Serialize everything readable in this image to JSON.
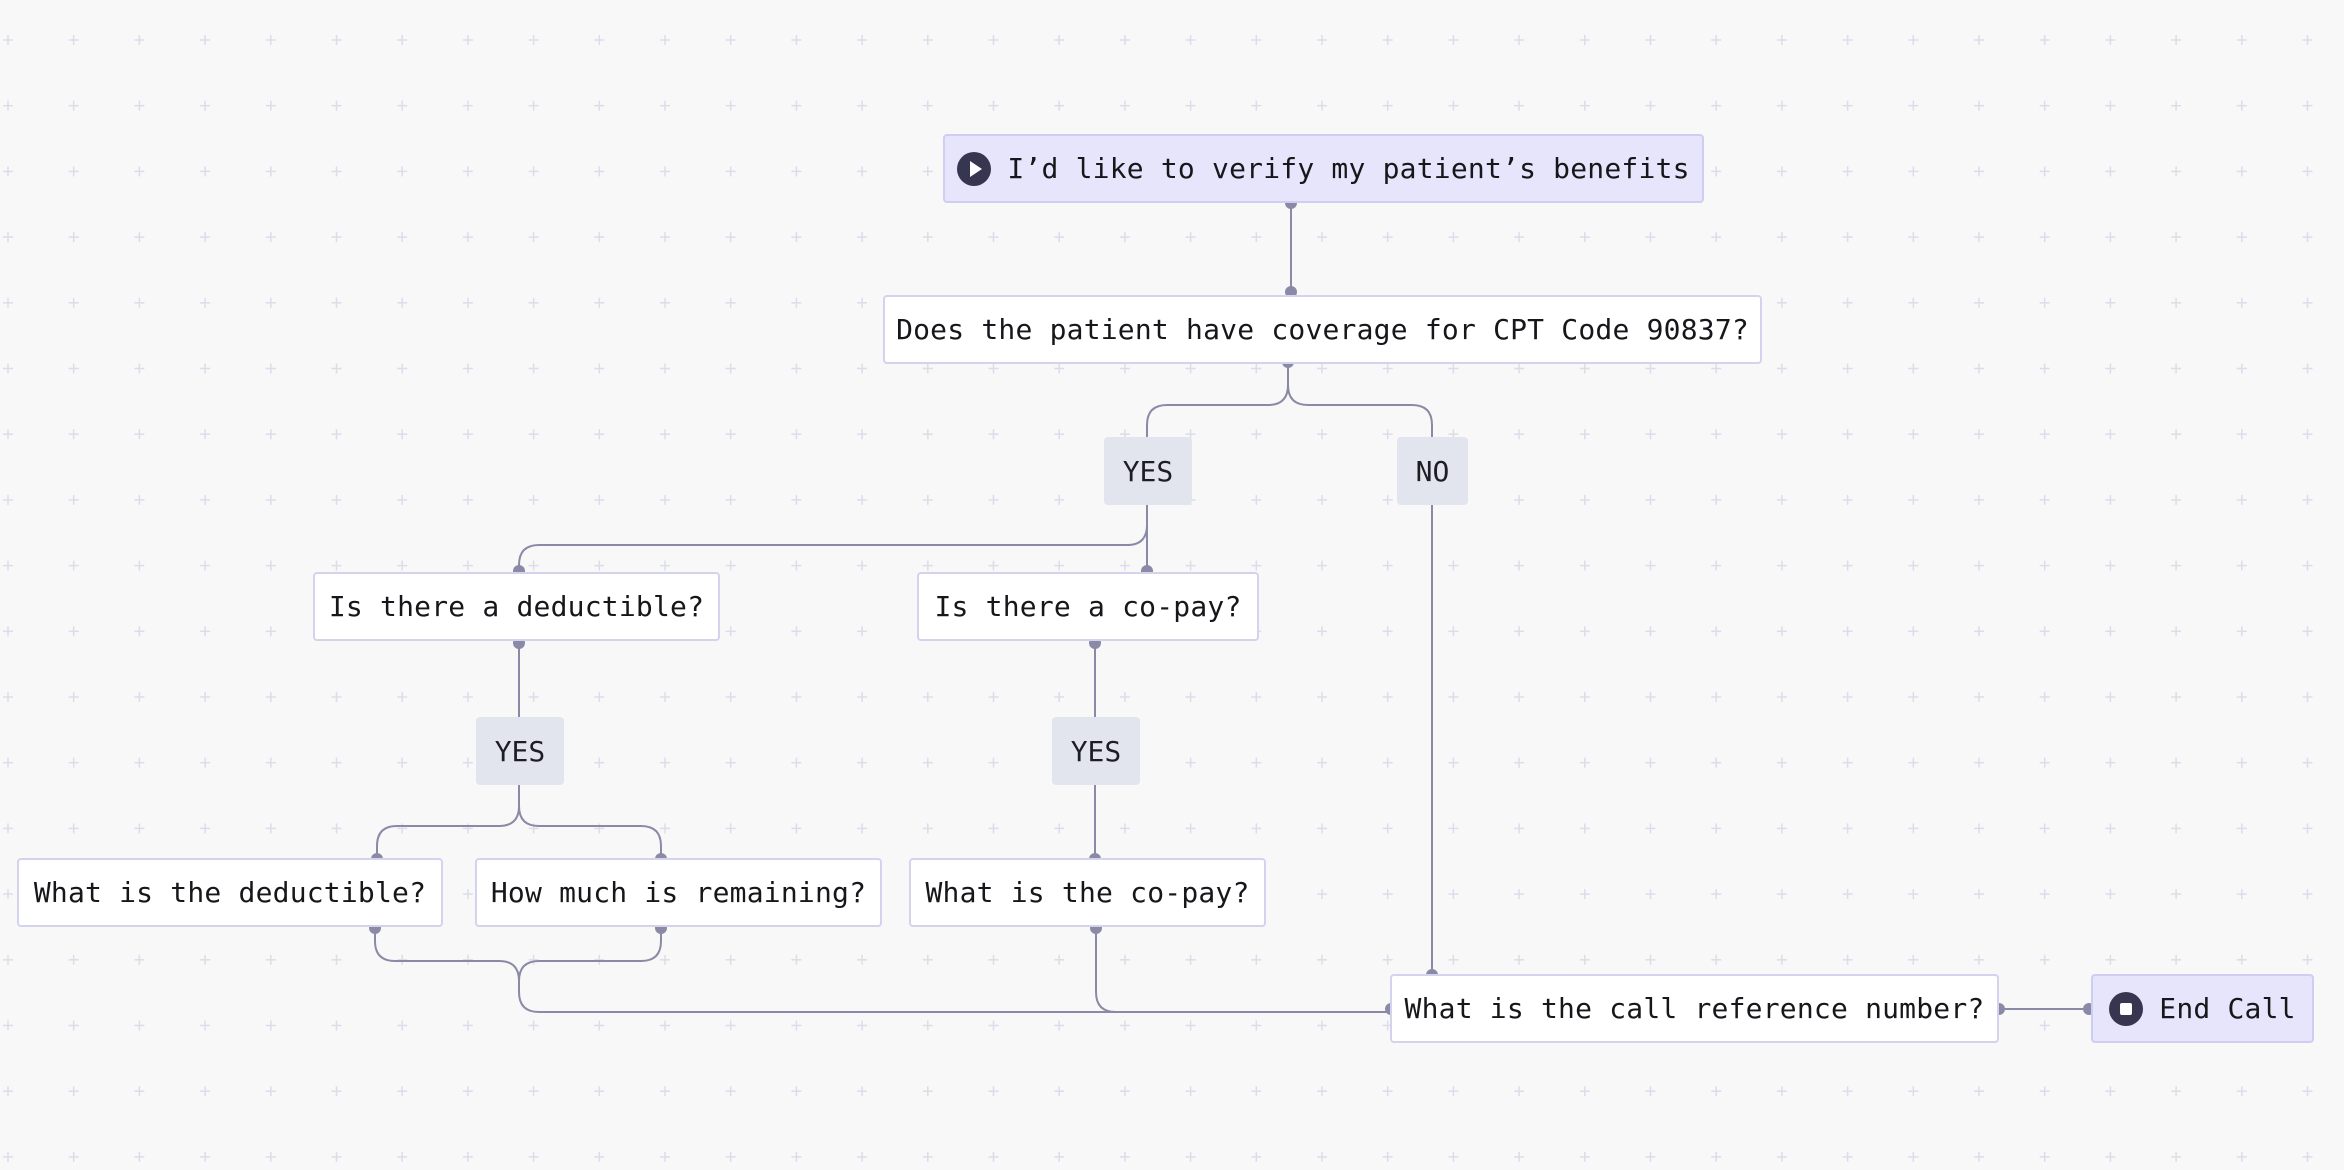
{
  "nodes": {
    "start": "I’d like to verify my patient’s benefits",
    "coverage": "Does the patient have coverage for CPT Code 90837?",
    "deductible_q": "Is there a deductible?",
    "copay_q": "Is there a co-pay?",
    "deductible_amount": "What is the deductible?",
    "remaining": "How much is remaining?",
    "copay_amount": "What is the co-pay?",
    "reference": "What is the call reference number?",
    "end": "End Call"
  },
  "branch_labels": {
    "coverage_yes": "YES",
    "coverage_no": "NO",
    "deductible_yes": "YES",
    "copay_yes": "YES"
  },
  "icons": {
    "start": "play-icon",
    "end": "stop-icon"
  },
  "colors": {
    "canvas": "#f8f8f9",
    "node_border": "#d4d3ee",
    "accent_fill": "#e6e5fb",
    "edge": "#8b8aa6",
    "label_fill": "#e3e5ee",
    "icon_fill": "#363650"
  }
}
